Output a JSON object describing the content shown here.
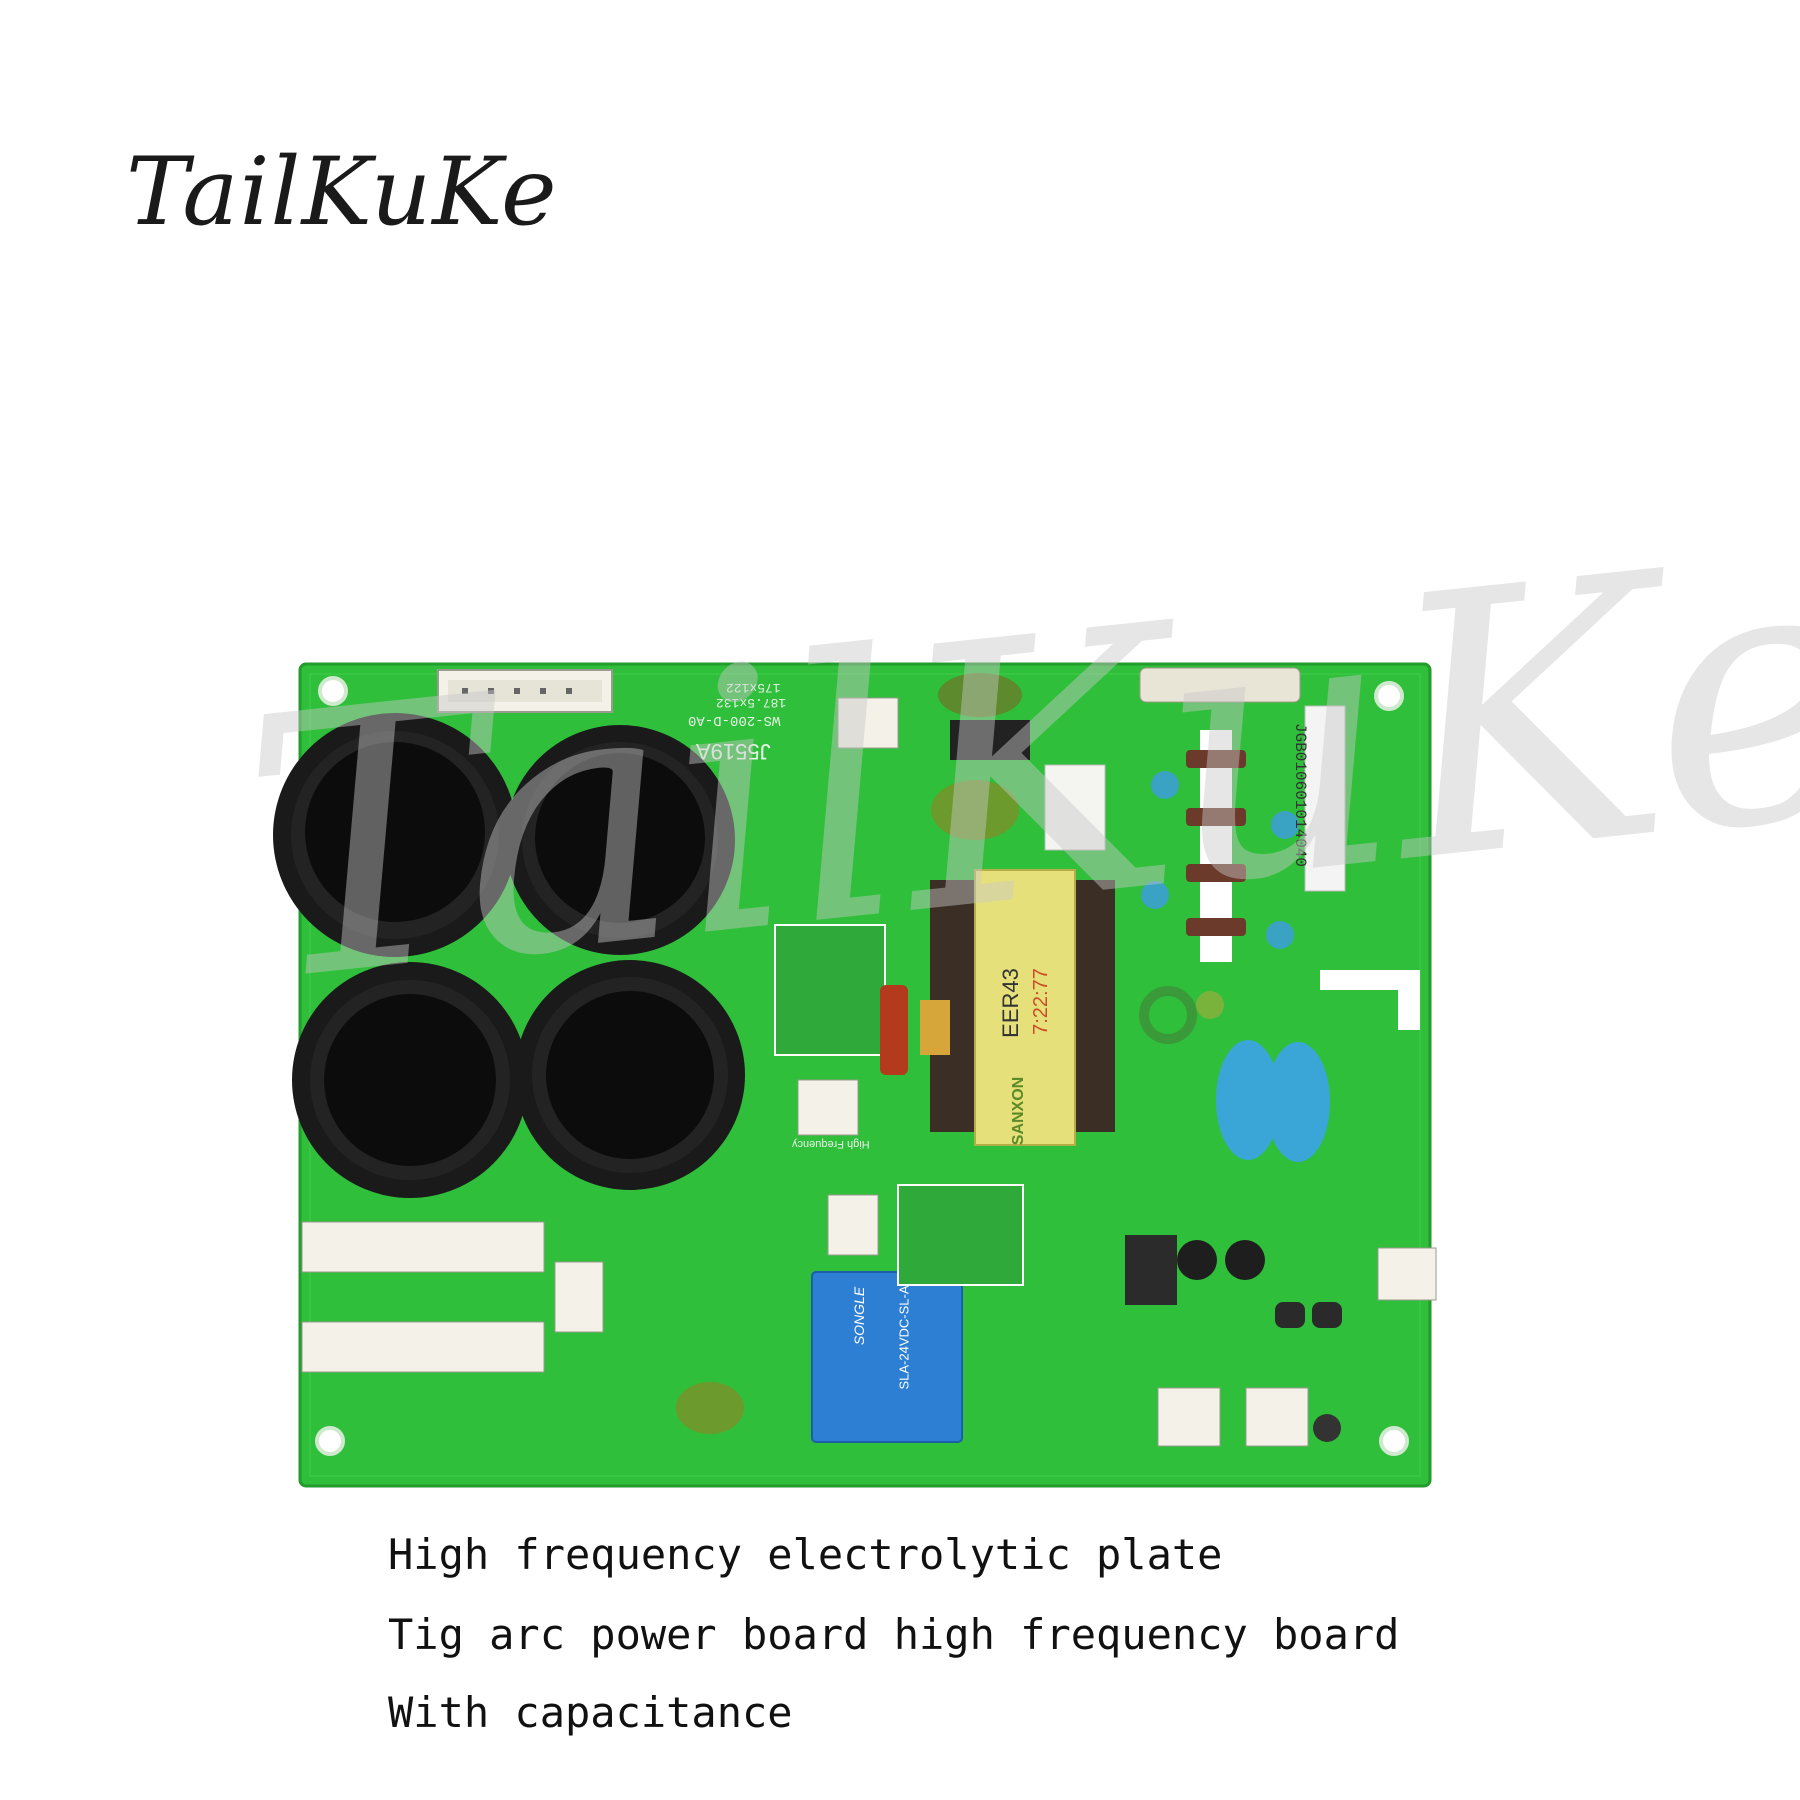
{
  "brand": {
    "name": "TailKuKe"
  },
  "board": {
    "model_label": "WS-200-D-A0",
    "part_no": "J5519A",
    "dims_1": "187.5x132",
    "dims_2": "175x122",
    "serial": "JGB010601014040",
    "transformer_type": "EER43",
    "transformer_code": "7:22:77",
    "transformer_brand": "SANXON",
    "relay_brand": "SONGLE",
    "relay_model": "SLA-24VDC-SL-A",
    "hf_label": "High Frequency"
  },
  "captions": [
    "High frequency electrolytic plate",
    "Tig arc power board high frequency board",
    "With capacitance"
  ],
  "colors": {
    "pcb": "#2fbf3a",
    "capacitor": "#151515",
    "transformer": "#e6e07a",
    "relay": "#2d7fd4"
  }
}
